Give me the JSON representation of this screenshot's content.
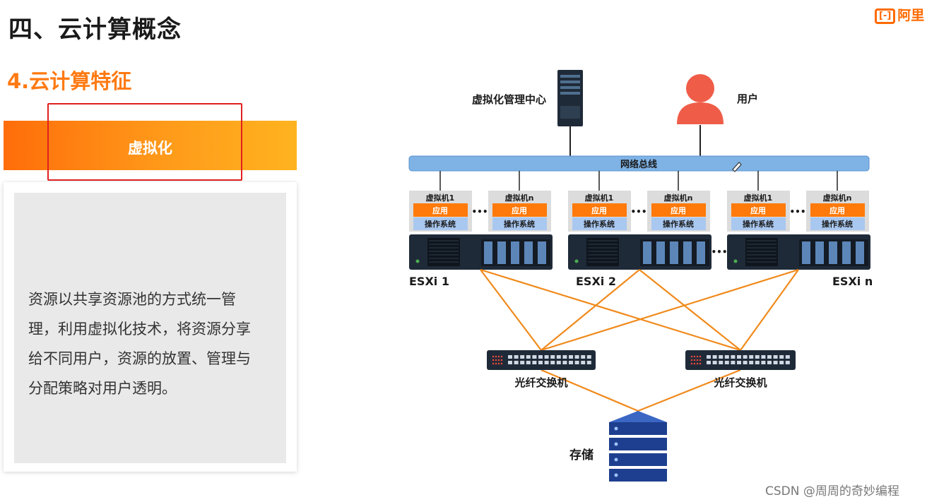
{
  "header": {
    "title": "四、云计算概念",
    "subtitle": "4.云计算特征",
    "logo_text": "阿里"
  },
  "feature": {
    "banner_label": "虚拟化",
    "description": "资源以共享资源池的方式统一管理，利用虚拟化技术，将资源分享给不同用户，资源的放置、管理与分配策略对用户透明。"
  },
  "diagram": {
    "management_center": "虚拟化管理中心",
    "user": "用户",
    "network_bus": "网络总线",
    "vm_first": "虚拟机1",
    "vm_last": "虚拟机n",
    "app": "应用",
    "os": "操作系统",
    "ellipsis": "•••",
    "hosts": [
      "ESXi 1",
      "ESXi 2",
      "ESXi n"
    ],
    "switch": "光纤交换机",
    "storage": "存储"
  },
  "watermark": "CSDN @周周的奇妙编程",
  "colors": {
    "accent": "#ff7a12",
    "highlight": "#e02020",
    "bus": "#7fb3e6",
    "app": "#ff7a0a",
    "os": "#a9c8f0",
    "link": "#f08a1c",
    "server": "#1f2a38",
    "storage": "#1e3f8f",
    "user": "#ef5d49"
  }
}
